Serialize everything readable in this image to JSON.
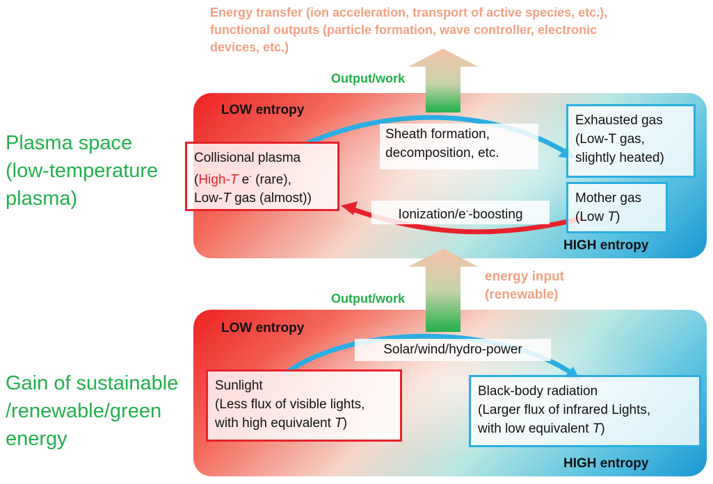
{
  "top_text": {
    "line1": "Energy transfer (ion acceleration, transport of active species, etc.),",
    "line2": "functional outputs (particle formation, wave controller, electronic",
    "line3": "devices, etc.)"
  },
  "side_labels": {
    "plasma_line1": "Plasma space",
    "plasma_line2": "(low-temperature",
    "plasma_line3": "plasma)",
    "gain_line1": "Gain of sustainable",
    "gain_line2": "/renewable/green",
    "gain_line3": "energy"
  },
  "output_work_top": "Output/work",
  "output_work_bottom": "Output/work",
  "energy_input_line1": "energy input",
  "energy_input_line2": "(renewable)",
  "plasma_panel": {
    "low_entropy": "LOW entropy",
    "high_entropy": "HIGH entropy",
    "collisional_title": "Collisional plasma",
    "collisional_hight": "High-",
    "collisional_t": "T",
    "collisional_e": " e",
    "collisional_sup": "-",
    "collisional_rare": " (rare),",
    "collisional_low": "Low-",
    "collisional_t2": "T",
    "collisional_gas": " gas (almost))",
    "sheath_line1": "Sheath formation,",
    "sheath_line2": "decomposition, etc.",
    "exhausted_line1": "Exhausted gas",
    "exhausted_line2": "(Low-T gas,",
    "exhausted_line3": "slightly heated)",
    "ionization_pre": "Ionization/e",
    "ionization_sup": "-",
    "ionization_post": "-boosting",
    "mother_line1": "Mother gas",
    "mother_pre": "(Low ",
    "mother_t": "T",
    "mother_post": ")"
  },
  "energy_panel": {
    "low_entropy": "LOW entropy",
    "high_entropy": "HIGH entropy",
    "solar": "Solar/wind/hydro-power",
    "sunlight_line1": "Sunlight",
    "sunlight_line2": "(Less flux of visible lights,",
    "sunlight_line3_pre": "with high equivalent ",
    "sunlight_t": "T",
    "sunlight_post": ")",
    "bb_line1": "Black-body radiation",
    "bb_line2": "(Larger flux of infrared Lights,",
    "bb_line3_pre": "with low equivalent ",
    "bb_t": "T",
    "bb_post": ")"
  },
  "colors": {
    "green": "#22b04c",
    "peach": "#f2a184",
    "red_border": "#e8222b",
    "blue_border": "#2aaee2"
  }
}
